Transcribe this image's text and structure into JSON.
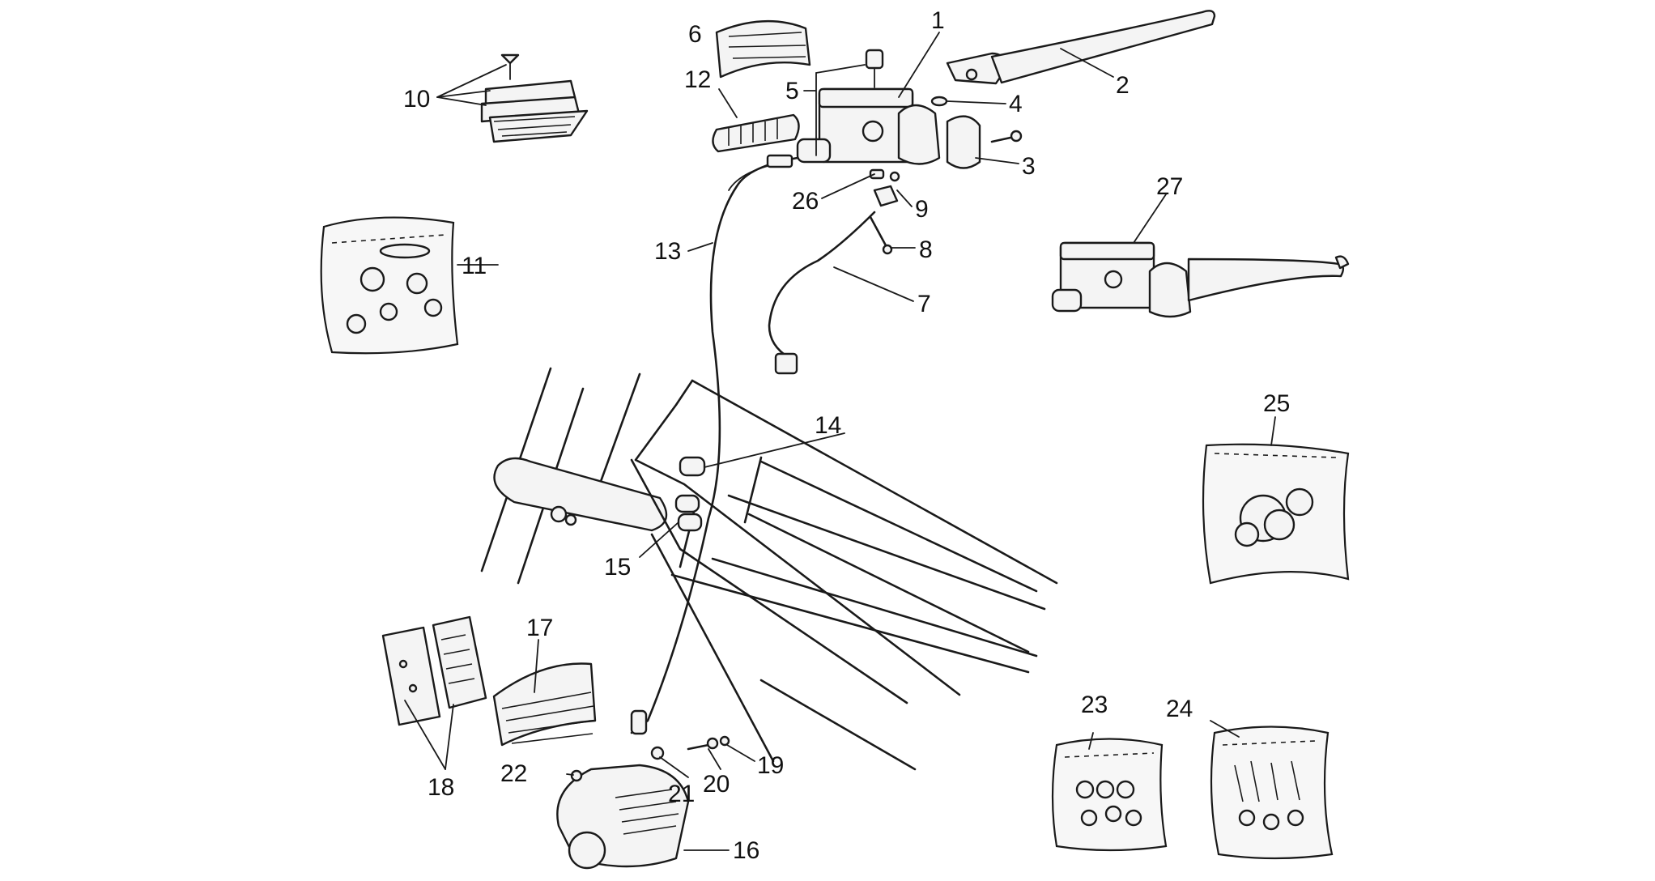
{
  "colors": {
    "ink": "#1a1a1a",
    "background": "#ffffff"
  },
  "callouts": [
    {
      "id": "c1",
      "label": "1"
    },
    {
      "id": "c2",
      "label": "2"
    },
    {
      "id": "c3",
      "label": "3"
    },
    {
      "id": "c4",
      "label": "4"
    },
    {
      "id": "c5",
      "label": "5"
    },
    {
      "id": "c6",
      "label": "6"
    },
    {
      "id": "c7",
      "label": "7"
    },
    {
      "id": "c8",
      "label": "8"
    },
    {
      "id": "c9",
      "label": "9"
    },
    {
      "id": "c10",
      "label": "10"
    },
    {
      "id": "c11",
      "label": "11"
    },
    {
      "id": "c12",
      "label": "12"
    },
    {
      "id": "c13",
      "label": "13"
    },
    {
      "id": "c14",
      "label": "14"
    },
    {
      "id": "c15",
      "label": "15"
    },
    {
      "id": "c16",
      "label": "16"
    },
    {
      "id": "c17",
      "label": "17"
    },
    {
      "id": "c18",
      "label": "18"
    },
    {
      "id": "c19",
      "label": "19"
    },
    {
      "id": "c20",
      "label": "20"
    },
    {
      "id": "c21",
      "label": "21"
    },
    {
      "id": "c22",
      "label": "22"
    },
    {
      "id": "c23",
      "label": "23"
    },
    {
      "id": "c24",
      "label": "24"
    },
    {
      "id": "c25",
      "label": "25"
    },
    {
      "id": "c26",
      "label": "26"
    },
    {
      "id": "c27",
      "label": "27"
    }
  ]
}
